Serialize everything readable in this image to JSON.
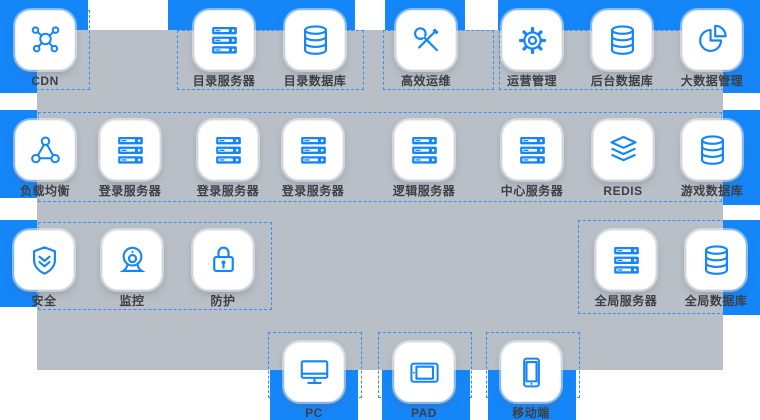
{
  "colors": {
    "accent_blue": "#1586f8",
    "canvas_gray": "#b9bfc7",
    "dash_blue": "#3a8ef6",
    "label_dark": "#3d4045",
    "card_white": "#ffffff"
  },
  "rows": [
    {
      "name": "management-tier",
      "items": [
        {
          "icon": "cdn-icon",
          "label": "CDN"
        },
        {
          "icon": "server-icon",
          "label": "目录服务器"
        },
        {
          "icon": "database-icon",
          "label": "目录数据库"
        },
        {
          "icon": "tools-icon",
          "label": "高效运维"
        },
        {
          "icon": "gear-icon",
          "label": "运营管理"
        },
        {
          "icon": "database-icon",
          "label": "后台数据库"
        },
        {
          "icon": "pie-chart-icon",
          "label": "大数据管理"
        }
      ]
    },
    {
      "name": "service-tier",
      "items": [
        {
          "icon": "load-balancer-icon",
          "label": "负载均衡"
        },
        {
          "icon": "server-icon",
          "label": "登录服务器"
        },
        {
          "icon": "server-icon",
          "label": "登录服务器"
        },
        {
          "icon": "server-icon",
          "label": "登录服务器"
        },
        {
          "icon": "server-icon",
          "label": "逻辑服务器"
        },
        {
          "icon": "server-icon",
          "label": "中心服务器"
        },
        {
          "icon": "redis-layers-icon",
          "label": "REDIS"
        },
        {
          "icon": "database-icon",
          "label": "游戏数据库"
        }
      ]
    },
    {
      "name": "security-global-tier",
      "items": [
        {
          "icon": "shield-icon",
          "label": "安全"
        },
        {
          "icon": "webcam-icon",
          "label": "监控"
        },
        {
          "icon": "padlock-icon",
          "label": "防护"
        },
        {
          "icon": "server-icon",
          "label": "全局服务器"
        },
        {
          "icon": "database-icon",
          "label": "全局数据库"
        }
      ]
    },
    {
      "name": "client-tier",
      "items": [
        {
          "icon": "monitor-icon",
          "label": "PC"
        },
        {
          "icon": "tablet-icon",
          "label": "PAD"
        },
        {
          "icon": "smartphone-icon",
          "label": "移动端"
        }
      ]
    }
  ]
}
